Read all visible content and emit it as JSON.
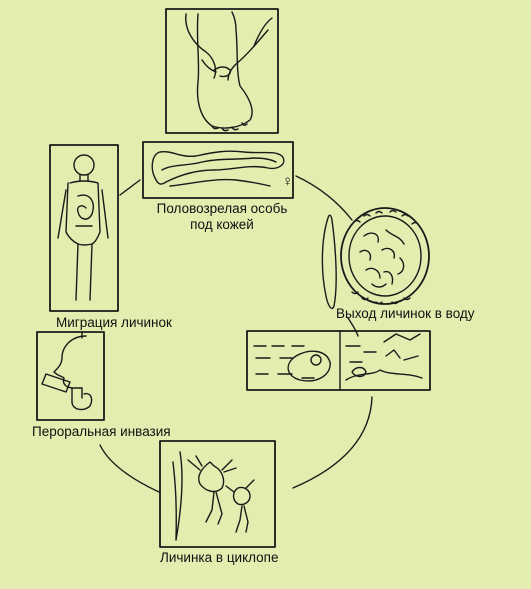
{
  "diagram": {
    "background_color": "#e4ecb0",
    "line_color": "#1a1a1a",
    "stages": [
      {
        "id": "adult",
        "label_line1": "Половозрелая особь",
        "label_line2": "под кожей",
        "symbol": "♀"
      },
      {
        "id": "release",
        "label": "Выход личинок в воду"
      },
      {
        "id": "cyclops",
        "label": "Личинка в циклопе"
      },
      {
        "id": "oral",
        "label": "Пероральная инвазия"
      },
      {
        "id": "migration",
        "label": "Миграция личинок"
      }
    ]
  }
}
